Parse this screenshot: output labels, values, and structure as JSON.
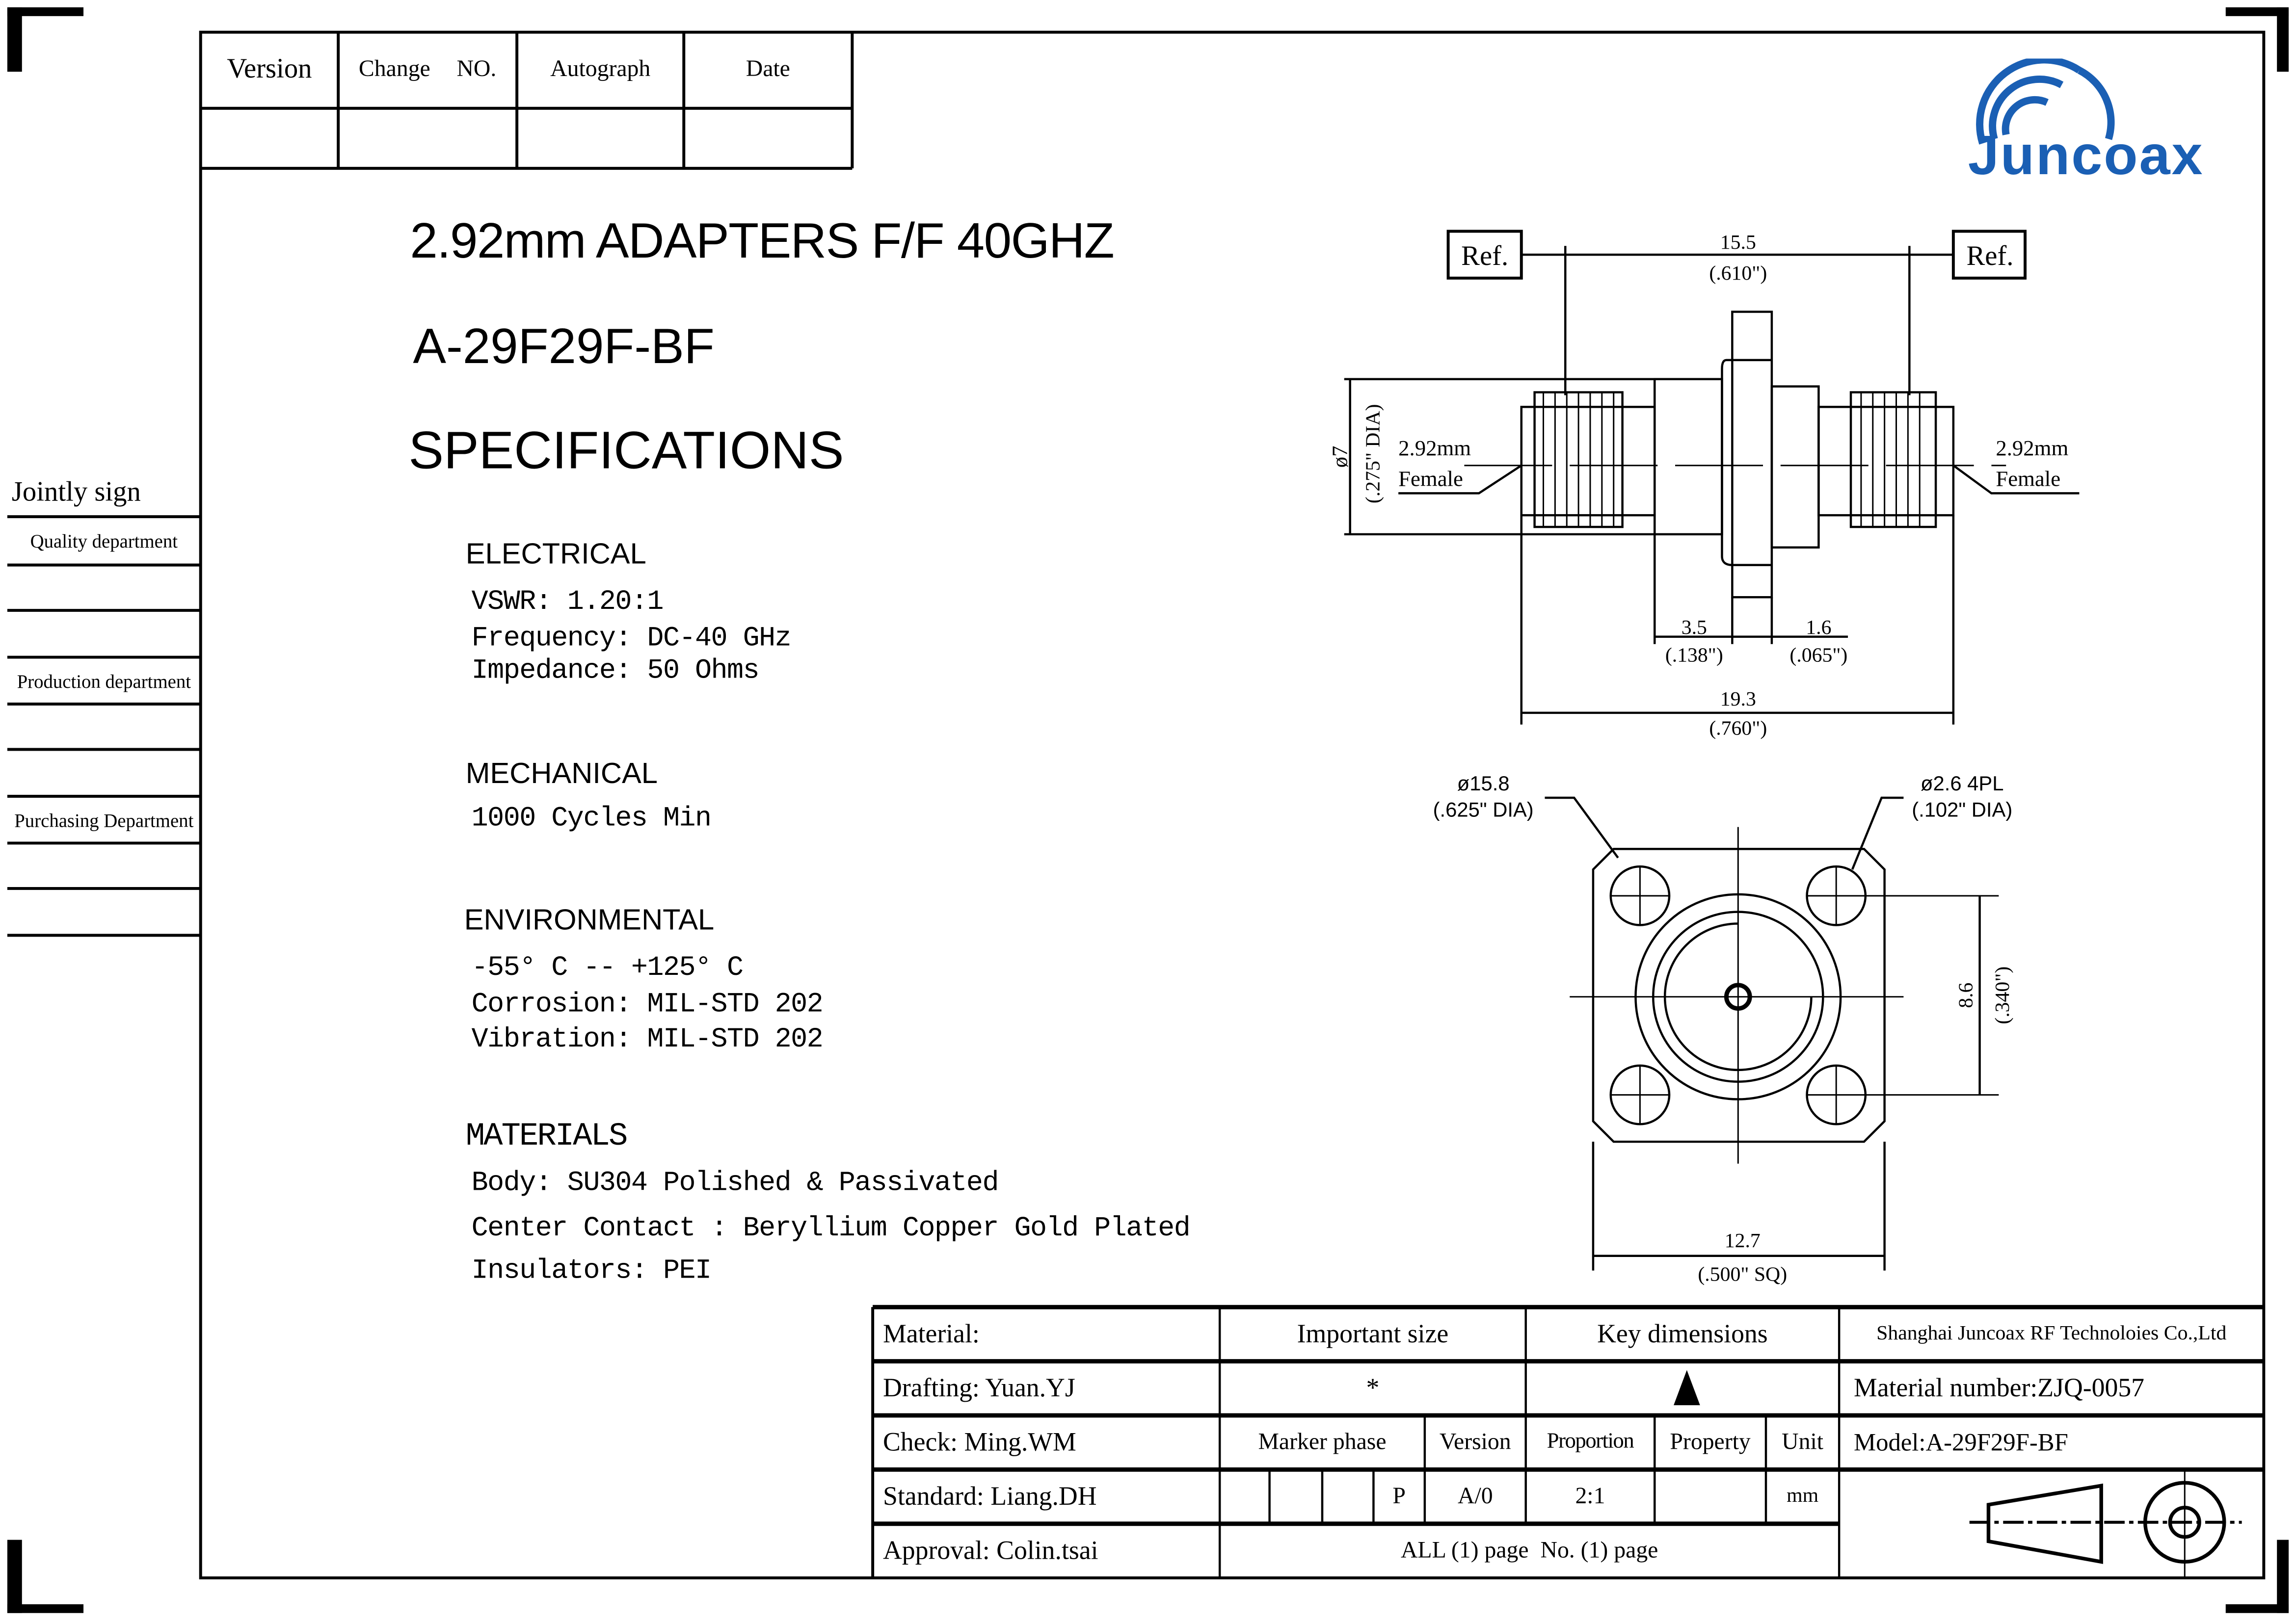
{
  "revision_table": {
    "headers": [
      "Version",
      "Change NO.",
      "Autograph",
      "Date"
    ]
  },
  "logo": {
    "text": "Juncoax",
    "color": "#1a5fb4"
  },
  "sign_panel": {
    "title": "Jointly sign",
    "departments": [
      "Quality department",
      "Production department",
      "Purchasing Department"
    ]
  },
  "title": {
    "product": "2.92mm ADAPTERS  F/F 40GHZ",
    "model": "A-29F29F-BF",
    "specs_heading": "SPECIFICATIONS"
  },
  "specs": {
    "electrical": {
      "heading": "ELECTRICAL",
      "lines": [
        "VSWR:  1.20:1",
        "Frequency: DC-40 GHz",
        "Impedance: 50 Ohms"
      ]
    },
    "mechanical": {
      "heading": "MECHANICAL",
      "lines": [
        "1000 Cycles Min"
      ]
    },
    "environmental": {
      "heading": "ENVIRONMENTAL",
      "lines": [
        "-55° C -- +125° C",
        "Corrosion: MIL-STD 202",
        "Vibration: MIL-STD 202"
      ]
    },
    "materials": {
      "heading": "MATERIALS",
      "lines": [
        "Body: SU304 Polished & Passivated",
        "Center Contact : Beryllium Copper Gold Plated",
        "Insulators: PEI"
      ]
    }
  },
  "side_view": {
    "ref_left": "Ref.",
    "ref_right": "Ref.",
    "dim_ref": "15.5",
    "dim_ref_in": "(.610\")",
    "dia": "ø7",
    "dia_in": "(.275\" DIA)",
    "left_label": [
      "2.92mm",
      "Female"
    ],
    "right_label": [
      "2.92mm",
      "Female"
    ],
    "dim_a": "3.5",
    "dim_a_in": "(.138\")",
    "dim_b": "1.6",
    "dim_b_in": "(.065\")",
    "dim_len": "19.3",
    "dim_len_in": "(.760\")"
  },
  "front_view": {
    "flange_dia": "ø15.8",
    "flange_dia_in": "(.625\" DIA)",
    "hole": "ø2.6  4PL",
    "hole_in": "(.102\" DIA)",
    "spacing": "8.6",
    "spacing_in": "(.340\")",
    "square": "12.7",
    "square_in": "(.500\" SQ)"
  },
  "title_block": {
    "material": "Material:",
    "important_size": "Important size",
    "key_dimensions": "Key dimensions",
    "company": "Shanghai Juncoax RF Technoloies Co.,Ltd",
    "drafting": "Drafting: Yuan.YJ",
    "important_mark": "*",
    "material_number": "Material number:ZJQ-0057",
    "check": "Check:     Ming.WM",
    "marker_phase": "Marker phase",
    "version": "Version",
    "proportion": "Proportion",
    "property": "Property",
    "unit": "Unit",
    "model": "Model:A-29F29F-BF",
    "standard": "Standard: Liang.DH",
    "phase_value": "P",
    "version_value": "A/0",
    "proportion_value": "2:1",
    "unit_value": "mm",
    "approval": "Approval: Colin.tsai",
    "pages": "ALL (1) page  No. (1) page"
  }
}
